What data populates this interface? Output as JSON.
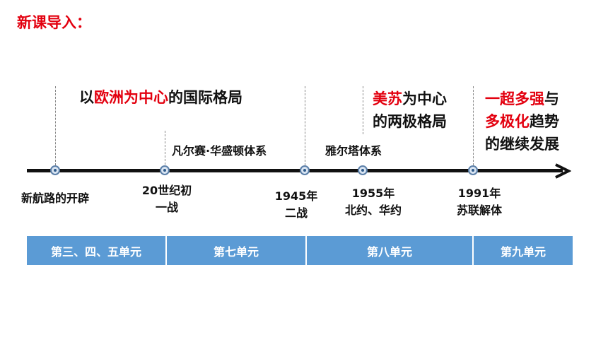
{
  "title": "新课导入：",
  "eras": [
    {
      "prefix": "以",
      "highlight": "欧洲为中心",
      "suffix": "的国际格局"
    },
    {
      "highlight": "美苏",
      "line1_rest": "为中心",
      "line2": "的两极格局"
    },
    {
      "highlight1": "一超多强",
      "mid": "与",
      "highlight2": "多极化",
      "rest": "趋势",
      "line3": "的继续发展"
    }
  ],
  "systems": [
    "凡尔赛·华盛顿体系",
    "雅尔塔体系"
  ],
  "events": [
    {
      "lines": [
        "新航路的开辟"
      ]
    },
    {
      "lines": [
        "20世纪初",
        "一战"
      ]
    },
    {
      "lines": [
        "1945年",
        "二战"
      ]
    },
    {
      "lines": [
        "1955年",
        "北约、华约"
      ]
    },
    {
      "lines": [
        "1991年",
        "苏联解体"
      ]
    }
  ],
  "units": [
    "第三、四、五单元",
    "第七单元",
    "第八单元",
    "第九单元"
  ],
  "colors": {
    "highlight": "#e3000f",
    "unit_bar": "#5b9bd5",
    "axis": "#111111",
    "node_border": "#5b7fa8"
  }
}
